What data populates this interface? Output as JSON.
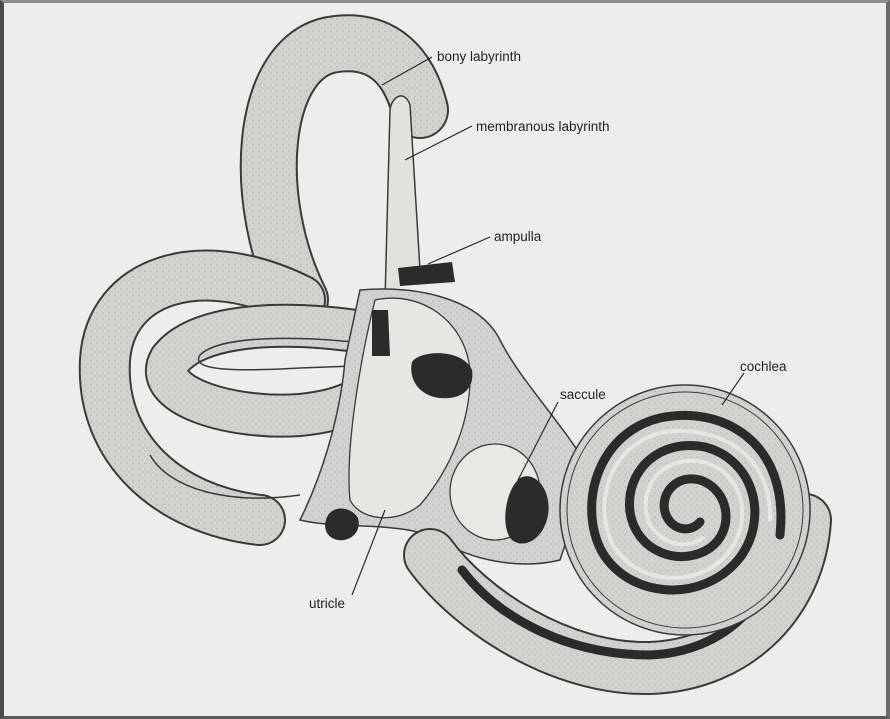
{
  "labels": {
    "bony_labyrinth": "bony labyrinth",
    "membranous_labyrinth": "membranous labyrinth",
    "ampulla": "ampulla",
    "saccule": "saccule",
    "cochlea": "cochlea",
    "utricle": "utricle"
  },
  "colors": {
    "background": "#ededeb",
    "bony_fill": "#d2d2cf",
    "membranous_fill": "#e1e1de",
    "dark": "#2b2b2b",
    "line": "#3a3a3a"
  }
}
